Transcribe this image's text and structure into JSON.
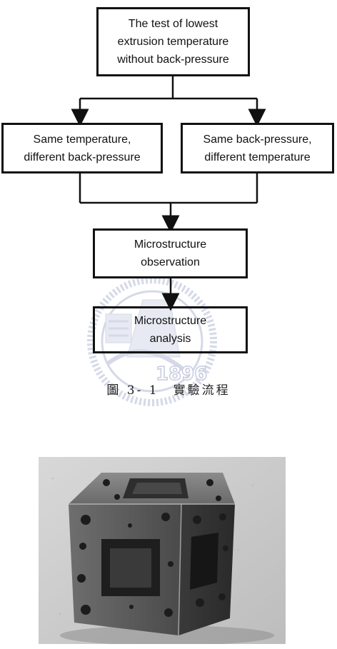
{
  "flowchart": {
    "top_box": {
      "lines": [
        "The test of lowest",
        "extrusion temperature",
        "without back-pressure"
      ]
    },
    "left_box": {
      "lines": [
        "Same temperature,",
        "different back-pressure"
      ]
    },
    "right_box": {
      "lines": [
        "Same back-pressure,",
        "different temperature"
      ]
    },
    "observation_box": {
      "lines": [
        "Microstructure",
        "observation"
      ]
    },
    "analysis_box": {
      "lines": [
        "Microstructure",
        "analysis"
      ]
    }
  },
  "watermark": {
    "year": "1896"
  },
  "caption": "圖 3- 1　實驗流程",
  "colors": {
    "border": "#111111",
    "watermark": "#c9cfe0",
    "background": "#ffffff"
  }
}
